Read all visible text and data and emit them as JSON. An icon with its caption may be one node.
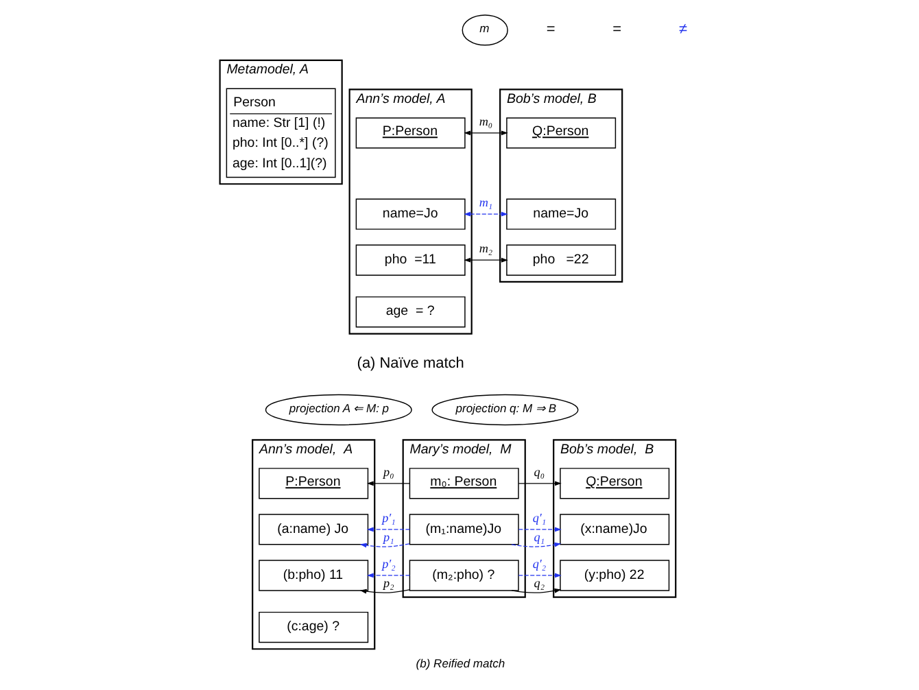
{
  "diagram": {
    "caption": "(b) Reified match",
    "nodes": [
      {
        "text": [
          "Metamodel, A"
        ]
      },
      {
        "text": [
          "Person",
          "name: Str [1] (!)",
          "pho: Int [0..*] (?)",
          "age: Int [0..1](?)"
        ],
        "in": 0
      },
      {
        "text": [
          "Ann’s model, A"
        ]
      },
      {
        "text": [
          "P:Person"
        ],
        "in": 2
      },
      {
        "text": [
          "name=Jo"
        ],
        "in": 2
      },
      {
        "text": [
          "pho  =11"
        ],
        "in": 2
      },
      {
        "text": [
          "age  = ?"
        ],
        "in": 2
      },
      {
        "text": [
          "Bob’s model, B"
        ]
      },
      {
        "text": [
          "Q:Person"
        ],
        "in": 7
      },
      {
        "text": [
          "name=Jo"
        ],
        "in": 7
      },
      {
        "text": [
          "pho   =22"
        ],
        "in": 7
      },
      {
        "text": [
          "m"
        ]
      },
      {
        "text": [
          "Ann’s model,  A"
        ]
      },
      {
        "text": [
          "P:Person"
        ],
        "in": 12
      },
      {
        "text": [
          "(a:name) Jo"
        ],
        "in": 12
      },
      {
        "text": [
          "(b:pho) 11"
        ],
        "in": 12
      },
      {
        "text": [
          "(c:age) ?"
        ],
        "in": 12
      },
      {
        "text": [
          "Mary’s model,  M"
        ]
      },
      {
        "text": [
          "m₀: Person"
        ],
        "in": 17
      },
      {
        "text": [
          "(m₁:name)Jo"
        ],
        "in": 17
      },
      {
        "text": [
          "(m₂:pho) ?"
        ],
        "in": 17
      },
      {
        "text": [
          "Bob’s model,  B"
        ]
      },
      {
        "text": [
          "Q:Person"
        ],
        "in": 21
      },
      {
        "text": [
          "(x:name)Jo"
        ],
        "in": 21
      },
      {
        "text": [
          "(y:pho) 22"
        ],
        "in": 21
      },
      {
        "text": [
          "projection A ⇐ M: p"
        ]
      },
      {
        "text": [
          "projection q: M ⇒ B"
        ]
      }
    ],
    "edges": [
      {
        "from": 3,
        "to": 8,
        "arrow": "both",
        "label": "m₀",
        "color": "#000000"
      },
      {
        "from": 4,
        "to": 9,
        "arrow": "both",
        "label": "m₁",
        "style": "dashed",
        "color": "#2233ee"
      },
      {
        "from": 5,
        "to": 10,
        "arrow": "both",
        "label": "m₂",
        "color": "#000000"
      },
      {
        "from": 18,
        "to": 13,
        "arrow": "to",
        "label": "p₀",
        "color": "#000000"
      },
      {
        "from": 19,
        "to": 14,
        "arrow": "to",
        "label": "p₁",
        "style": "dashed",
        "color": "#2233ee"
      },
      {
        "from": 19,
        "to": 14,
        "arrow": "to",
        "label": "p′₁",
        "style": "dashed",
        "color": "#2233ee"
      },
      {
        "from": 20,
        "to": 15,
        "arrow": "to",
        "label": "p₂",
        "color": "#000000"
      },
      {
        "from": 20,
        "to": 15,
        "arrow": "to",
        "label": "p′₂",
        "style": "dashed",
        "color": "#2233ee"
      },
      {
        "from": 18,
        "to": 22,
        "arrow": "to",
        "label": "q₀",
        "color": "#000000"
      },
      {
        "from": 19,
        "to": 23,
        "arrow": "to",
        "label": "q₁",
        "style": "dashed",
        "color": "#2233ee"
      },
      {
        "from": 19,
        "to": 23,
        "arrow": "to",
        "label": "q′₁",
        "style": "dashed",
        "color": "#2233ee"
      },
      {
        "from": 20,
        "to": 24,
        "arrow": "to",
        "label": "q₂",
        "color": "#000000"
      },
      {
        "from": 20,
        "to": 24,
        "arrow": "to",
        "label": "q′₂",
        "style": "dashed",
        "color": "#2233ee"
      }
    ],
    "labels": [
      "=",
      "=",
      "≠",
      "(a) Naïve match"
    ]
  }
}
